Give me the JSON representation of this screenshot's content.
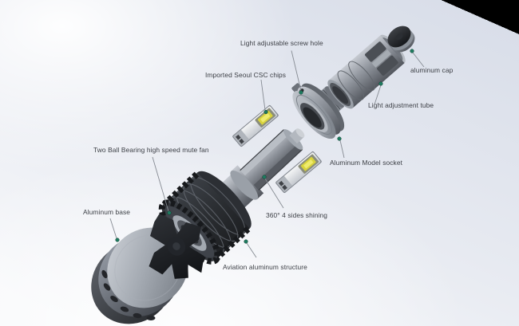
{
  "labels": [
    {
      "id": "light-adjustable-screw-hole",
      "text": "Light adjustable screw hole"
    },
    {
      "id": "imported-seoul-csc-chips",
      "text": "Imported Seoul CSC chips"
    },
    {
      "id": "aluminum-cap",
      "text": "aluminum cap"
    },
    {
      "id": "light-adjustment-tube",
      "text": "Light adjustment tube"
    },
    {
      "id": "aluminum-model-socket",
      "text": "Aluminum Model socket"
    },
    {
      "id": "two-ball-bearing-fan",
      "text": "Two Ball Bearing high speed mute fan"
    },
    {
      "id": "aluminum-base",
      "text": "Aluminum base"
    },
    {
      "id": "360-four-sides-shining",
      "text": "360° 4 sides shining"
    },
    {
      "id": "aviation-aluminum-structure",
      "text": "Aviation aluminum structure"
    }
  ],
  "colors": {
    "background_mid": "#dde1ea",
    "background_light": "#f8f9fb",
    "leader_line": "#868b93",
    "leader_dot": "#1e7a5f",
    "label_text": "#3b3e44",
    "metal_light": "#c9cdd4",
    "metal_dark": "#4f535a",
    "black_part": "#1a1c1f",
    "chip_yellow": "#d8d33c"
  }
}
